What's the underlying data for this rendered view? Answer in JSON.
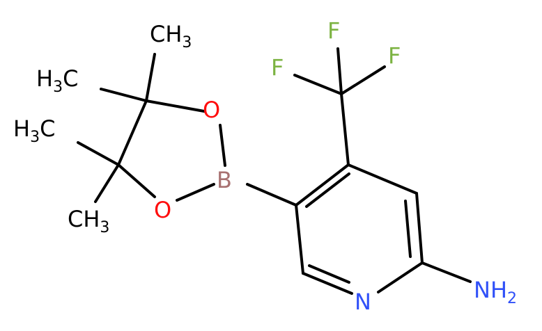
{
  "colors": {
    "carbon": "#000000",
    "oxygen": "#ff0d0d",
    "boron": "#a87171",
    "nitrogen": "#3050f8",
    "fluorine": "#7cb342",
    "background": "#ffffff"
  },
  "atoms": {
    "ch3_top": {
      "main": "CH",
      "sub": "3"
    },
    "h3c_upper": {
      "main": "H",
      "sub": "3",
      "tail": "C"
    },
    "h3c_lower": {
      "main": "H",
      "sub": "3",
      "tail": "C"
    },
    "ch3_bottom": {
      "main": "CH",
      "sub": "3"
    },
    "o_upper": "O",
    "o_lower": "O",
    "b": "B",
    "f_top": "F",
    "f_left": "F",
    "f_right": "F",
    "n_ring": "N",
    "nh2": {
      "main": "NH",
      "sub": "2"
    }
  }
}
